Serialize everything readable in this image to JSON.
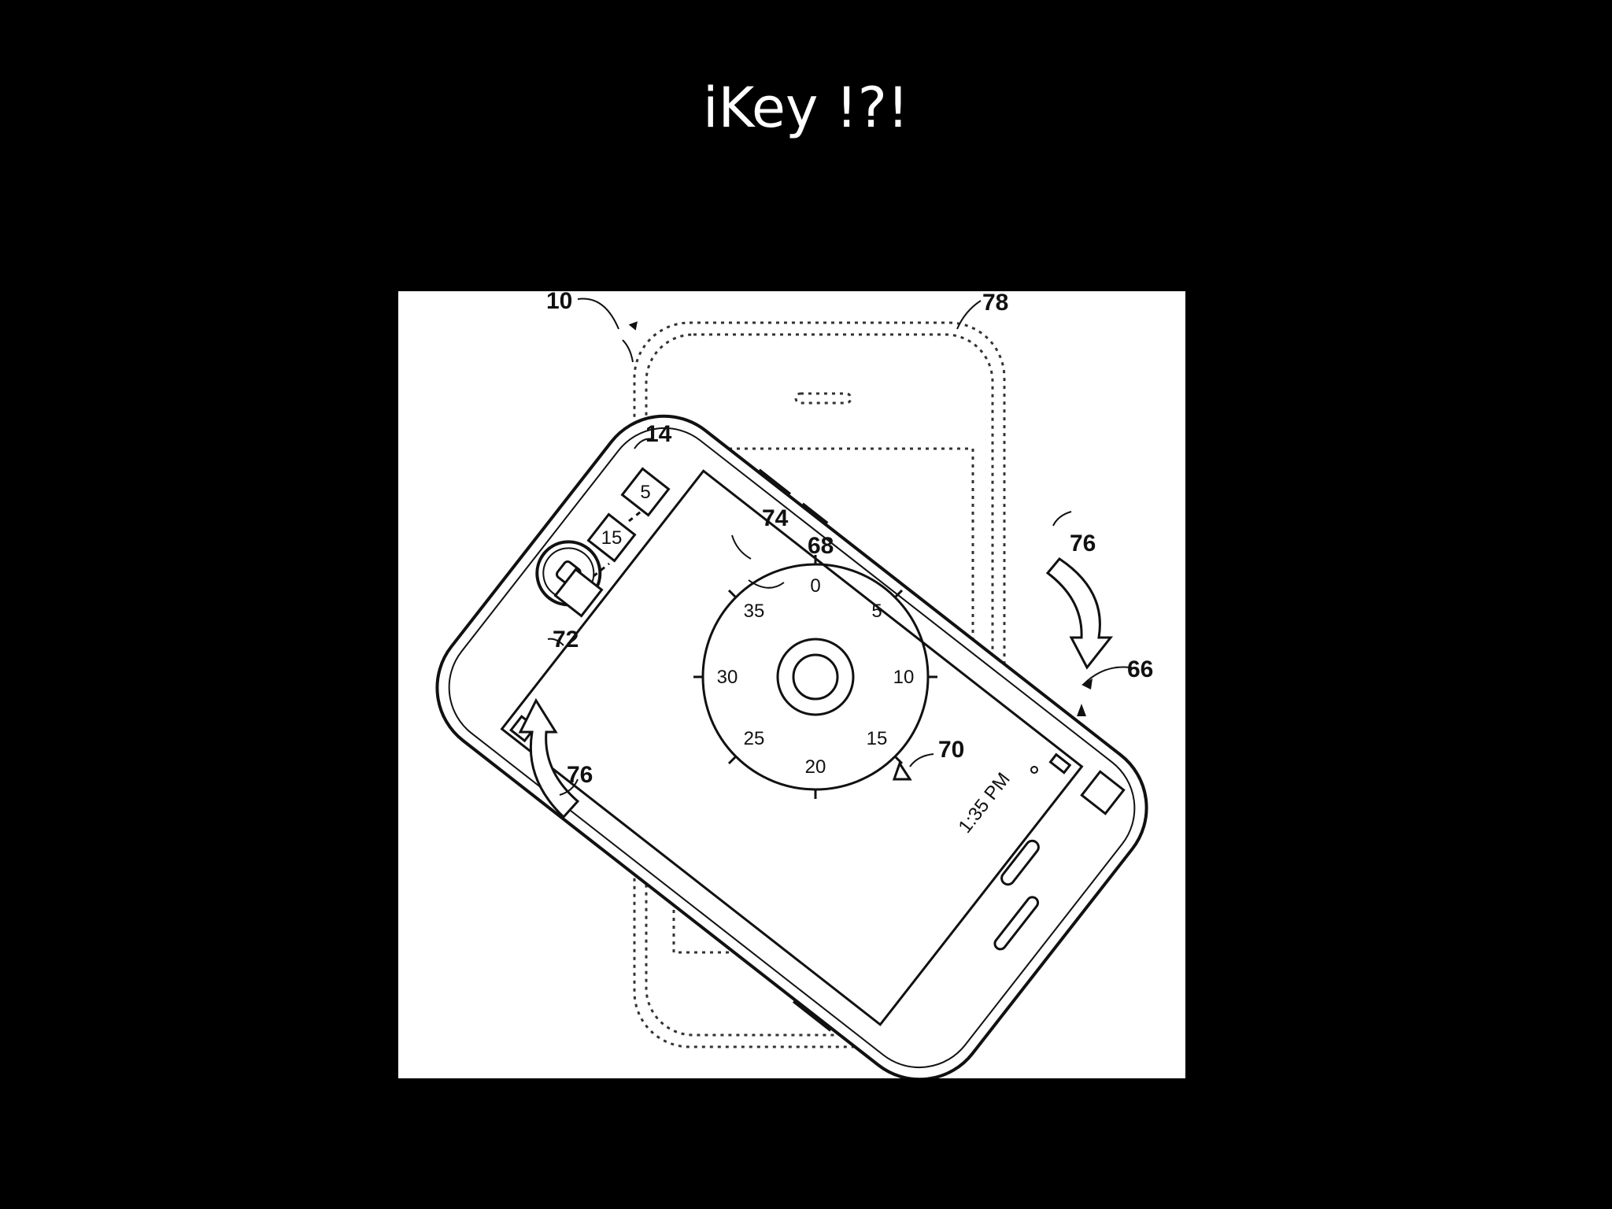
{
  "slide": {
    "title": "iKey !?!"
  },
  "figure": {
    "refs": {
      "device": "10",
      "home_button": "14",
      "speaker_slot": "66",
      "dial": "68",
      "pointer": "70",
      "entry_box": "72",
      "entered_values": "74",
      "rotation": "76",
      "ghost_device": "78"
    },
    "dial_numbers": [
      "0",
      "5",
      "10",
      "15",
      "20",
      "25",
      "30",
      "35"
    ],
    "entered_values": [
      "5",
      "15"
    ],
    "status_time": "1:35 PM"
  }
}
